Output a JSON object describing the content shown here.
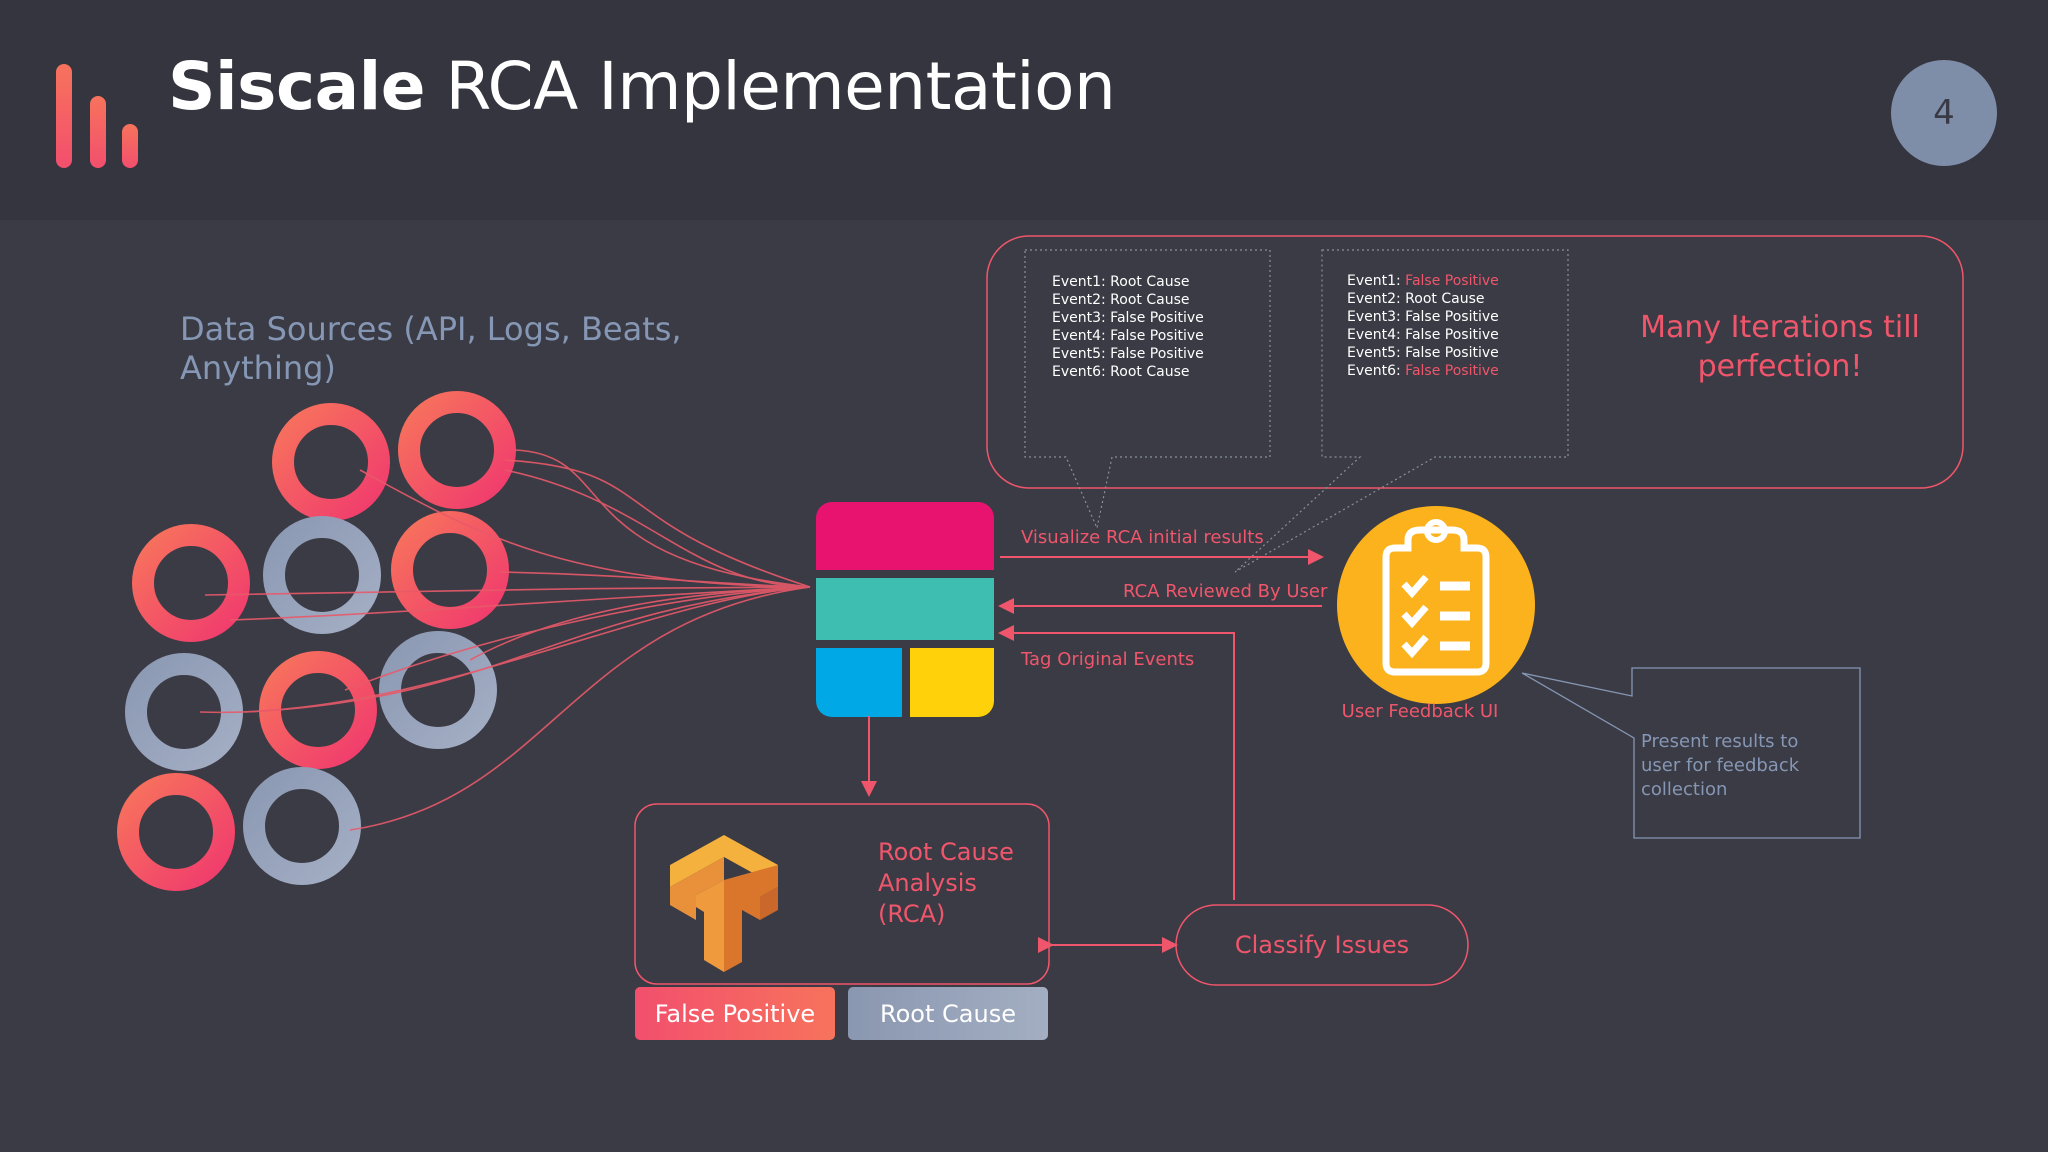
{
  "header": {
    "title_bold": "Siscale",
    "title_rest": " RCA Implementation",
    "page_number": "4"
  },
  "data_sources_label": "Data Sources (API, Logs, Beats, Anything)",
  "events_initial": [
    {
      "event": "Event1:",
      "result": " Root Cause",
      "highlight": false
    },
    {
      "event": "Event2:",
      "result": " Root Cause",
      "highlight": false
    },
    {
      "event": "Event3:",
      "result": " False Positive",
      "highlight": false
    },
    {
      "event": "Event4:",
      "result": " False Positive",
      "highlight": false
    },
    {
      "event": "Event5:",
      "result": " False Positive",
      "highlight": false
    },
    {
      "event": "Event6:",
      "result": " Root Cause",
      "highlight": false
    }
  ],
  "events_reviewed": [
    {
      "event": "Event1:",
      "result": " False Positive",
      "highlight": true
    },
    {
      "event": "Event2:",
      "result": " Root Cause",
      "highlight": false
    },
    {
      "event": "Event3:",
      "result": " False Positive",
      "highlight": false
    },
    {
      "event": "Event4:",
      "result": " False Positive",
      "highlight": false
    },
    {
      "event": "Event5:",
      "result": " False Positive",
      "highlight": false
    },
    {
      "event": "Event6:",
      "result": " False Positive",
      "highlight": true
    }
  ],
  "iterations_text": "Many Iterations till perfection!",
  "flow_labels": {
    "visualize": "Visualize RCA initial results",
    "reviewed": "RCA Reviewed By User",
    "tag": "Tag Original Events"
  },
  "user_feedback_ui": "User Feedback UI",
  "present_results": "Present results to user for feedback collection",
  "rca_label": "Root Cause Analysis (RCA)",
  "classify_label": "Classify Issues",
  "tags": {
    "false_positive": "False Positive",
    "root_cause": "Root Cause"
  },
  "colors": {
    "background": "#3b3b45",
    "header": "#35353f",
    "accent_red": "#f0566b",
    "slate_blue": "#8597b4",
    "kibana_pink": "#e8136f",
    "kibana_teal": "#3ebeb0",
    "kibana_blue": "#00a9e5",
    "kibana_yellow": "#fed10a",
    "clipboard_circle": "#fbb21c"
  },
  "icons": [
    "siscale-logo-icon",
    "kibana-logo-icon",
    "clipboard-checklist-icon",
    "tensorflow-logo-icon"
  ]
}
